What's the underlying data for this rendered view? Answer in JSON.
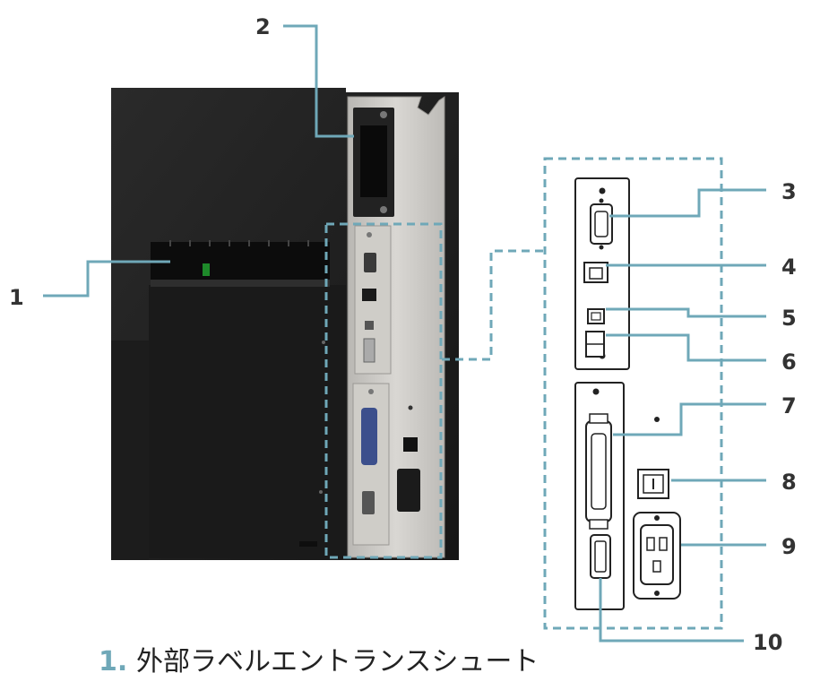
{
  "colors": {
    "leader": "#6fa8b8",
    "number": "#333333",
    "printer_body": "#1f1f1f",
    "panel_metal": "#c8c6c2"
  },
  "callouts": [
    {
      "number": "1"
    },
    {
      "number": "2"
    },
    {
      "number": "3"
    },
    {
      "number": "4"
    },
    {
      "number": "5"
    },
    {
      "number": "6"
    },
    {
      "number": "7"
    },
    {
      "number": "8"
    },
    {
      "number": "9"
    },
    {
      "number": "10"
    }
  ],
  "caption": {
    "number": "1.",
    "text": "外部ラベルエントランスシュート"
  }
}
